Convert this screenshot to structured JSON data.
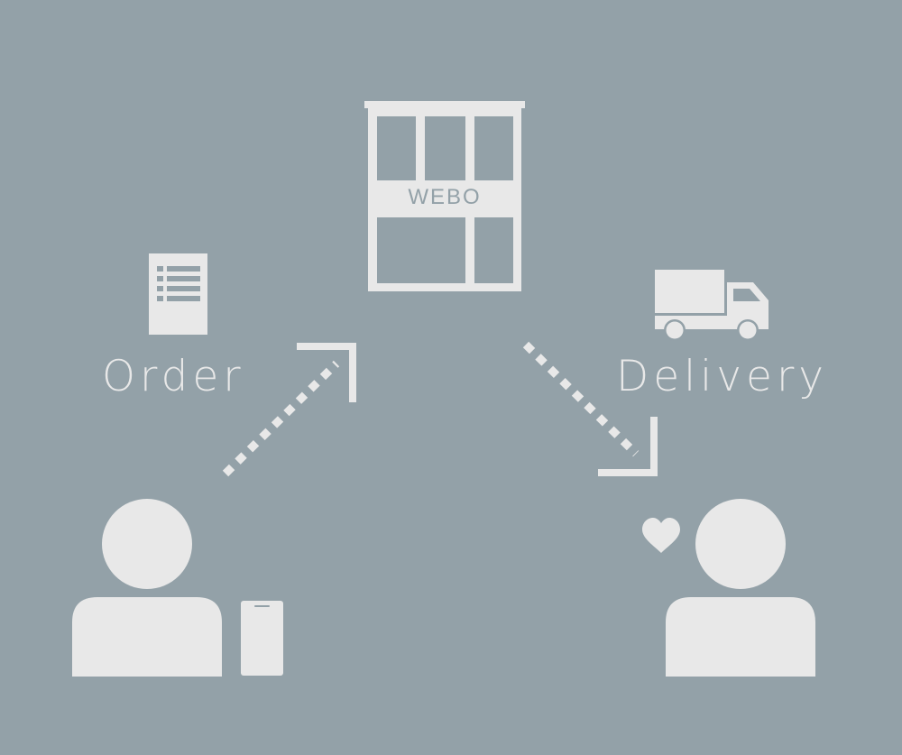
{
  "labels": {
    "order": "Order",
    "delivery": "Delivery",
    "store_sign": "WEBO"
  },
  "colors": {
    "background": "#93a1a8",
    "foreground": "#e8e8e8"
  },
  "icons": [
    "building-icon",
    "order-list-icon",
    "truck-icon",
    "person-icon",
    "smartphone-icon",
    "heart-icon",
    "arrow-up-right-icon",
    "arrow-down-right-icon"
  ]
}
